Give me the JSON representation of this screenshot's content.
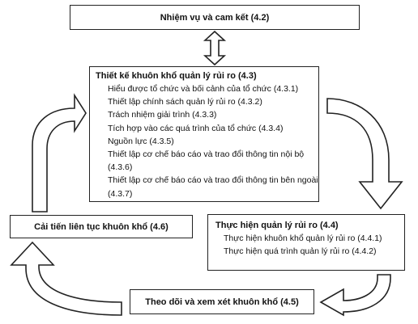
{
  "boxes": {
    "commitment": {
      "title": "Nhiệm vụ và cam kết (4.2)"
    },
    "design": {
      "title": "Thiết kế khuôn khổ quản lý rủi ro (4.3)",
      "items": [
        "Hiểu được tổ chức và bối cảnh của tổ chức (4.3.1)",
        "Thiết lập chính sách quản lý rủi ro (4.3.2)",
        "Trách nhiệm giải trình (4.3.3)",
        "Tích hợp vào các quá trình của tổ chức (4.3.4)",
        "Nguồn lực (4.3.5)",
        "Thiết lập cơ chế báo cáo và trao đổi thông tin nội bộ",
        "(4.3.6)",
        "Thiết lập cơ chế báo cáo và trao đổi thông tin bên ngoài",
        "(4.3.7)"
      ]
    },
    "implement": {
      "title": "Thực hiện quản lý rủi ro (4.4)",
      "items": [
        "Thực hiện khuôn khổ quản lý rủi ro (4.4.1)",
        "Thực hiện quá trình quản lý rủi ro (4.4.2)"
      ]
    },
    "improve": {
      "title": "Cải tiến liên tục khuôn khổ (4.6)"
    },
    "monitor": {
      "title": "Theo dõi và xem xét khuôn khổ (4.5)"
    }
  },
  "colors": {
    "border": "#222222",
    "background": "#ffffff",
    "text": "#111111"
  }
}
